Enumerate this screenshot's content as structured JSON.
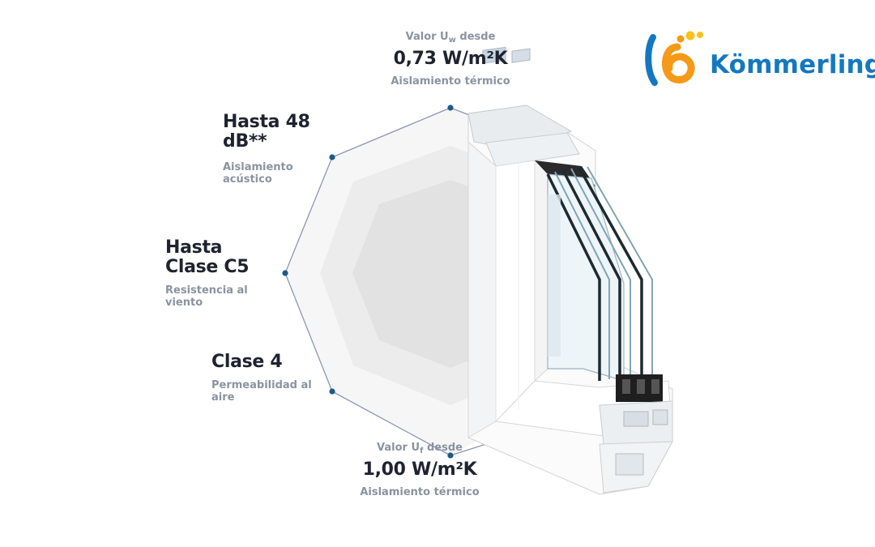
{
  "brand": {
    "name": "Kömmerling",
    "colors": {
      "blue": "#1478c0",
      "orange": "#f59a16",
      "yellow": "#f8c11c"
    }
  },
  "specs": {
    "top": {
      "label_prefix": "Valor U",
      "label_sub": "w",
      "label_suffix": "desde",
      "value": "0,73 W/m²K",
      "caption": "Aislamiento térmico"
    },
    "acoustic": {
      "value_line1": "Hasta 48",
      "value_line2": "dB**",
      "caption_line1": "Aislamiento",
      "caption_line2": "acústico"
    },
    "wind": {
      "value_line1": "Hasta",
      "value_line2": "Clase C5",
      "caption_line1": "Resistencia al",
      "caption_line2": "viento"
    },
    "air": {
      "value": "Clase 4",
      "caption_line1": "Permeabilidad al",
      "caption_line2": "aire"
    },
    "bottom": {
      "label_prefix": "Valor U",
      "label_sub": "f",
      "label_suffix": "desde",
      "value": "1,00 W/m²K",
      "caption": "Aislamiento térmico"
    }
  },
  "colors": {
    "marker": "#1d5a86",
    "outline": "#8f95b5",
    "hex_outer": "#f6f6f6",
    "hex_mid": "#ececec",
    "hex_inner": "#e2e2e2"
  }
}
